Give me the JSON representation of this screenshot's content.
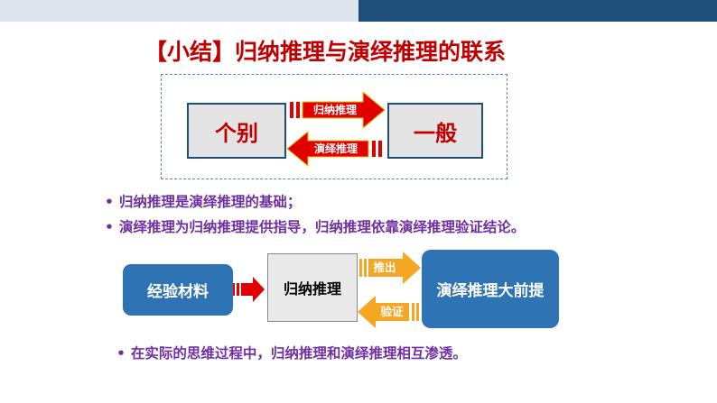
{
  "colors": {
    "accent_red": "#c00000",
    "purple": "#7030a0",
    "navy": "#1f4e79",
    "blue": "#2e74b5",
    "orange": "#f5a623"
  },
  "title": "【小结】归纳推理与演绎推理的联系",
  "diagram1": {
    "left_box": "个别",
    "right_box": "一般",
    "top_arrow": "归纳推理",
    "bottom_arrow": "演绎推理"
  },
  "bullets": [
    "归纳推理是演绎推理的基础；",
    "演绎推理为归纳推理提供指导，归纳推理依靠演绎推理验证结论。"
  ],
  "bullet_marker": "•",
  "diagram2": {
    "left_box": "经验材料",
    "middle_box": "归纳推理",
    "right_box": "演绎推理大前提",
    "top_arrow": "推出",
    "bottom_arrow": "验证"
  },
  "bottom_bullet": "在实际的思维过程中，归纳推理和演绎推理相互渗透。"
}
